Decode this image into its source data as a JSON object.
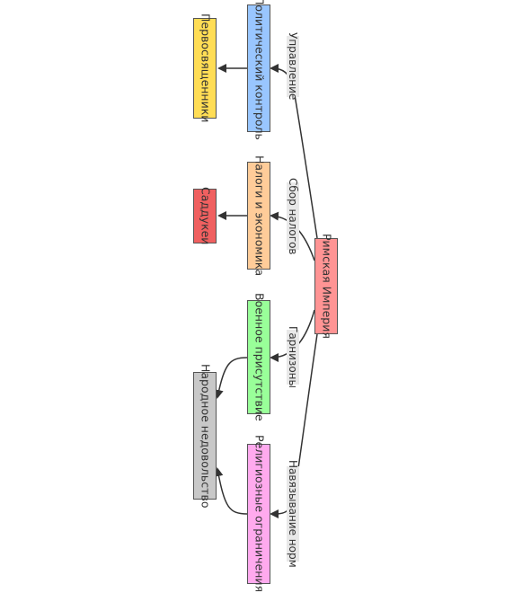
{
  "nodes": [
    {
      "id": "rome",
      "label": "Римская Империя",
      "color": "#ff9494"
    },
    {
      "id": "political",
      "label": "Политический контроль",
      "color": "#99c6ff"
    },
    {
      "id": "economy",
      "label": "Налоги и экономика",
      "color": "#ffcc99"
    },
    {
      "id": "military",
      "label": "Военное присутствие",
      "color": "#99ff99"
    },
    {
      "id": "religion",
      "label": "Религиозные ограничения",
      "color": "#ffaaee"
    },
    {
      "id": "priests",
      "label": "Первосвященники",
      "color": "#ffdd55"
    },
    {
      "id": "sadducees",
      "label": "Саддукеи",
      "color": "#f06060"
    },
    {
      "id": "discontent",
      "label": "Народное недовольство",
      "color": "#c8c8c8"
    }
  ],
  "edges": [
    {
      "from": "rome",
      "to": "political",
      "label": "Управление"
    },
    {
      "from": "rome",
      "to": "economy",
      "label": "Сбор налогов"
    },
    {
      "from": "rome",
      "to": "military",
      "label": "Гарнизоны"
    },
    {
      "from": "rome",
      "to": "religion",
      "label": "Навязывание норм"
    },
    {
      "from": "political",
      "to": "priests",
      "label": ""
    },
    {
      "from": "economy",
      "to": "sadducees",
      "label": ""
    },
    {
      "from": "military",
      "to": "discontent",
      "label": ""
    },
    {
      "from": "religion",
      "to": "discontent",
      "label": ""
    }
  ]
}
